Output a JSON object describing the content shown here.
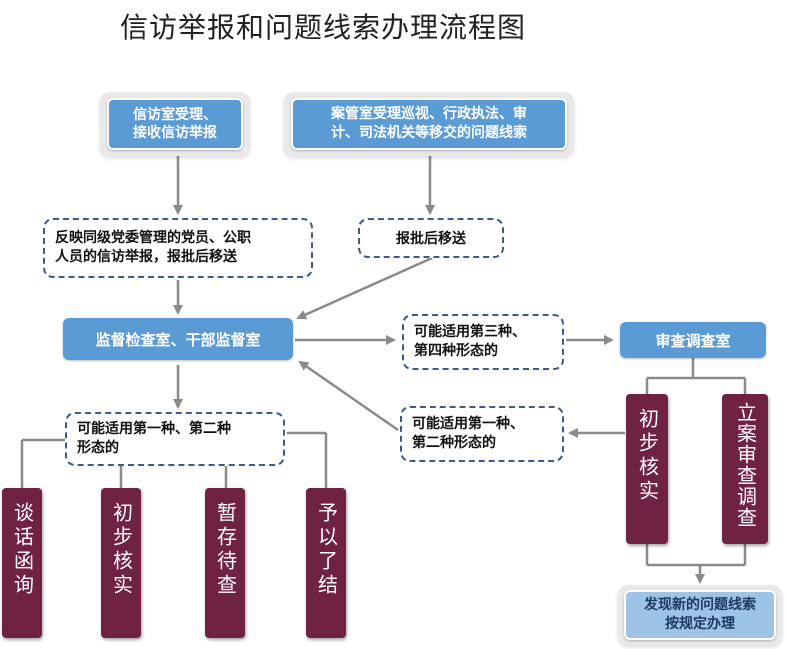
{
  "title": "信访举报和问题线索办理流程图",
  "nodes": {
    "xinfang": "信访室受理、\n接收信访举报",
    "anguan": "案管室受理巡视、行政执法、审\n计、司法机关等移交的问题线索",
    "fanying": "反映同级党委管理的党员、公职\n人员的信访举报，报批后移送",
    "baopi": "报批后移送",
    "jiandu": "监督检查室、干部监督室",
    "xingtai34": "可能适用第三种、\n第四种形态的",
    "shencha": "审查调查室",
    "xingtai12_left": "可能适用第一种、第二种\n形态的",
    "xingtai12_right": "可能适用第一种、\n第二种形态的",
    "tanhua": "谈话函询",
    "chubu_left": "初步核实",
    "zancun": "暂存待查",
    "yuyi": "予以了结",
    "chubu_right": "初步核实",
    "lian": "立案审查调查",
    "faxian": "发现新的问题线索\n按规定办理"
  }
}
